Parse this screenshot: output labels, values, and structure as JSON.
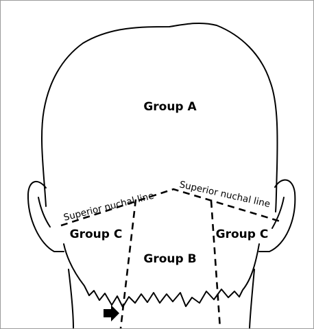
{
  "labels": {
    "group_a": "Group A",
    "group_b": "Group B",
    "group_c_left": "Group C",
    "group_c_right": "Group C",
    "nuchal_left": "Superior nuchal line",
    "nuchal_right": "Superior nuchal line"
  },
  "colors": {
    "stroke": "#000000",
    "background": "#ffffff",
    "frame": "#9a9a9a"
  },
  "icons": {
    "arrow": "arrow-right-icon"
  }
}
